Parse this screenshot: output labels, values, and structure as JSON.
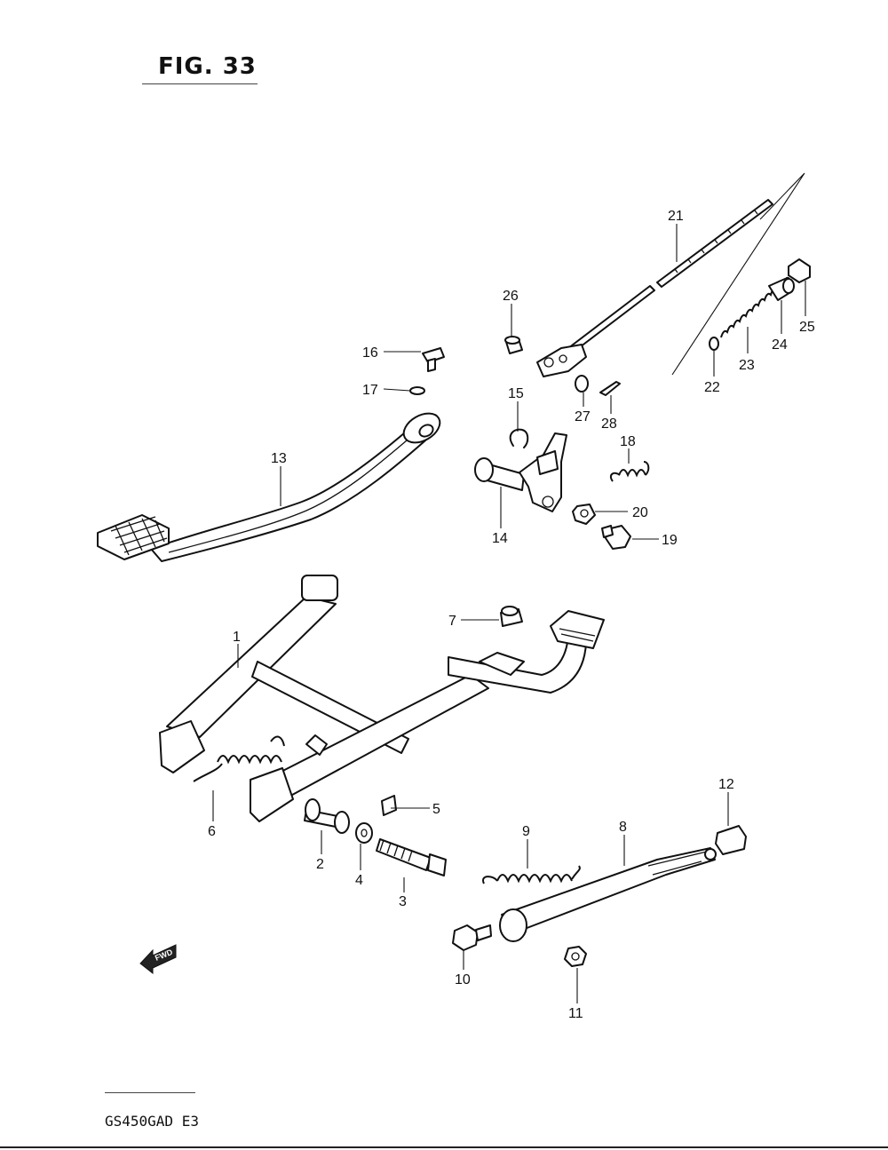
{
  "figure": {
    "title": "FIG. 33",
    "model_code": "GS450GAD  E3",
    "fwd_label": "FWD"
  },
  "callouts": [
    {
      "id": "c1",
      "label": "1"
    },
    {
      "id": "c2",
      "label": "2"
    },
    {
      "id": "c3",
      "label": "3"
    },
    {
      "id": "c4",
      "label": "4"
    },
    {
      "id": "c5",
      "label": "5"
    },
    {
      "id": "c6",
      "label": "6"
    },
    {
      "id": "c7",
      "label": "7"
    },
    {
      "id": "c8",
      "label": "8"
    },
    {
      "id": "c9",
      "label": "9"
    },
    {
      "id": "c10",
      "label": "10"
    },
    {
      "id": "c11",
      "label": "11"
    },
    {
      "id": "c12",
      "label": "12"
    },
    {
      "id": "c13",
      "label": "13"
    },
    {
      "id": "c14",
      "label": "14"
    },
    {
      "id": "c15",
      "label": "15"
    },
    {
      "id": "c16",
      "label": "16"
    },
    {
      "id": "c17",
      "label": "17"
    },
    {
      "id": "c18",
      "label": "18"
    },
    {
      "id": "c19",
      "label": "19"
    },
    {
      "id": "c20",
      "label": "20"
    },
    {
      "id": "c21",
      "label": "21"
    },
    {
      "id": "c22",
      "label": "22"
    },
    {
      "id": "c23",
      "label": "23"
    },
    {
      "id": "c24",
      "label": "24"
    },
    {
      "id": "c25",
      "label": "25"
    },
    {
      "id": "c26",
      "label": "26"
    },
    {
      "id": "c27",
      "label": "27"
    },
    {
      "id": "c28",
      "label": "28"
    }
  ]
}
